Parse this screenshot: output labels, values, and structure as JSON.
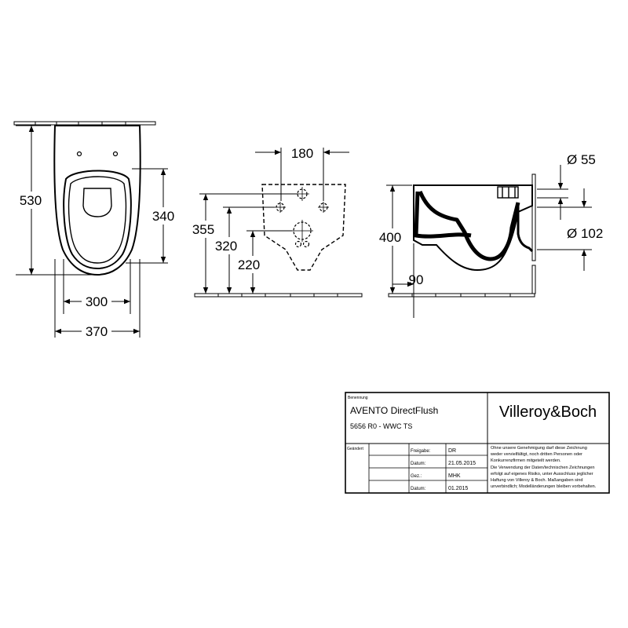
{
  "front_view": {
    "height_total": "530",
    "width_outer": "370",
    "width_inner": "300",
    "height_inner": "340"
  },
  "rear_view": {
    "width_top": "180",
    "height_a": "355",
    "height_b": "320",
    "height_c": "220"
  },
  "side_view": {
    "height": "400",
    "offset": "90",
    "dia_small": "Ø 55",
    "dia_large": "Ø 102"
  },
  "title_block": {
    "designation_label": "Benennung",
    "product_name": "AVENTO DirectFlush",
    "product_code": "5656 R0 - WWC TS",
    "brand": "Villeroy&Boch",
    "changed_label": "Geändert",
    "rows": [
      {
        "label": "Freigabe:",
        "value": "DR"
      },
      {
        "label": "Datum:",
        "value": "21.05.2015"
      },
      {
        "label": "Gez.:",
        "value": "MHK"
      },
      {
        "label": "Datum:",
        "value": "01.2015"
      }
    ],
    "disclaimer": [
      "Ohne unsere Genehmigung darf diese Zeichnung",
      "weder vervielfältigt, noch dritten Personen oder",
      "Konkurrenzfirmen mitgeteilt werden.",
      "Die Verwendung der Daten/technischen Zeichnungen",
      "erfolgt auf eigenes Risiko, unter Ausschluss jeglicher",
      "Haftung von Villeroy & Boch. Maßangaben sind",
      "unverbindlich; Modelländerungen bleiben vorbehalten."
    ]
  },
  "colors": {
    "ink": "#000000",
    "background": "#ffffff"
  }
}
